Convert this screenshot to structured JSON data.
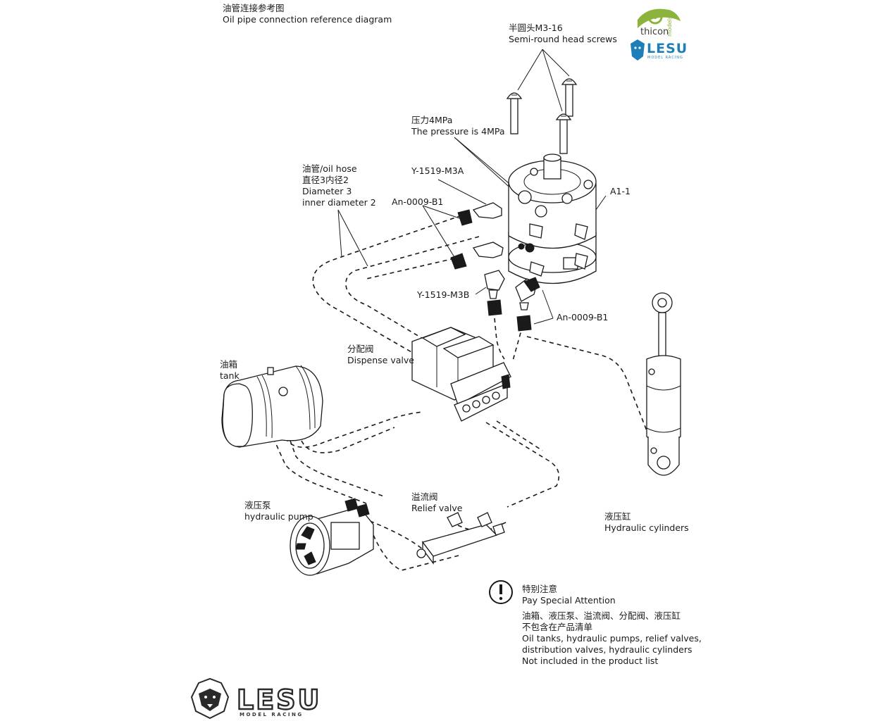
{
  "colors": {
    "line": "#1a1a1a",
    "thicon_green": "#8bb43c",
    "lesu_blue": "#1e7fb8"
  },
  "header": {
    "title_cn": "油管连接参考图",
    "title_en": "Oil pipe connection reference diagram"
  },
  "logos": {
    "thicon": "thicon",
    "thicon_models": "models",
    "lesu_small": "LESU",
    "lesu_small_sub": "MODEL RACING",
    "lesu_big": "LESU",
    "lesu_big_sub": "MODEL RACING"
  },
  "labels": {
    "screws": {
      "cn": "半圆头M3-16",
      "en": "Semi-round head screws"
    },
    "pressure": {
      "cn": "压力4MPa",
      "en": "The pressure is 4MPa"
    },
    "oil_hose": {
      "cn": "油管/oil hose",
      "cn2": "直径3内径2",
      "en1": "Diameter 3",
      "en2": "inner diameter 2"
    },
    "y1519_m3a": "Y-1519-M3A",
    "an0009_b1_top": "An-0009-B1",
    "a1_1": "A1-1",
    "y1519_m3b": "Y-1519-M3B",
    "an0009_b1_bottom": "An-0009-B1",
    "dispense_valve": {
      "cn": "分配阀",
      "en": "Dispense valve"
    },
    "tank": {
      "cn": "油箱",
      "en": "tank"
    },
    "hydraulic_pump": {
      "cn": "液压泵",
      "en": "hydraulic pump"
    },
    "relief_valve": {
      "cn": "溢流阀",
      "en": "Relief valve"
    },
    "hydraulic_cylinders": {
      "cn": "液压缸",
      "en": "Hydraulic cylinders"
    }
  },
  "attention": {
    "icon": "exclamation-circle-icon",
    "title_cn": "特别注意",
    "title_en": "Pay Special Attention",
    "line1_cn": "油箱、液压泵、溢流阀、分配阀、液压缸",
    "line2_cn": "不包含在产品清单",
    "line3_en": "Oil tanks, hydraulic pumps, relief valves,",
    "line4_en": "distribution valves, hydraulic cylinders",
    "line5_en": "Not included in the product list"
  }
}
